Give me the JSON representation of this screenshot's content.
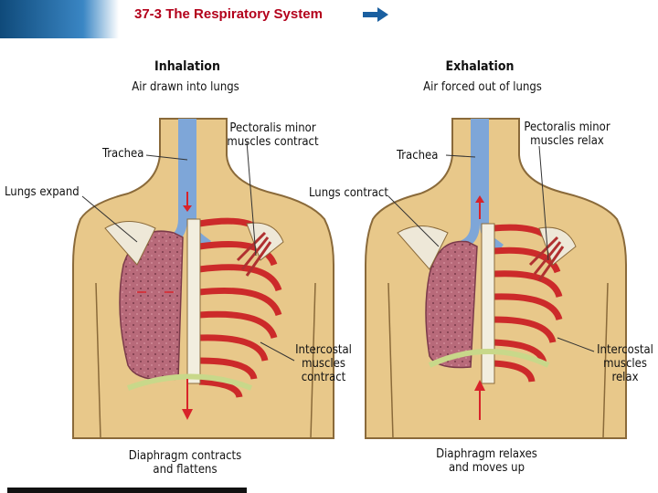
{
  "slide": {
    "title": "37-3 The Respiratory System"
  },
  "inhalation": {
    "title": "Inhalation",
    "subtitle": "Air drawn into lungs",
    "trachea": "Trachea",
    "pectoralis": [
      "Pectoralis minor",
      "muscles contract"
    ],
    "lungs": "Lungs expand",
    "intercostal": [
      "Intercostal",
      "muscles",
      "contract"
    ],
    "diaphragm": [
      "Diaphragm contracts",
      "and flattens"
    ]
  },
  "exhalation": {
    "title": "Exhalation",
    "subtitle": "Air forced out of lungs",
    "trachea": "Trachea",
    "pectoralis": [
      "Pectoralis minor",
      "muscles relax"
    ],
    "lungs": "Lungs contract",
    "intercostal": [
      "Intercostal",
      "muscles",
      "relax"
    ],
    "diaphragm": [
      "Diaphragm relaxes",
      "and moves up"
    ]
  },
  "colors": {
    "skin": "#e8c88a",
    "skin_outline": "#8a6a3a",
    "lung": "#b86a7a",
    "rib": "#cc2a2a",
    "trachea": "#7ea6d8",
    "arrow": "#d8232a",
    "diaphragm": "#c8d88a"
  }
}
